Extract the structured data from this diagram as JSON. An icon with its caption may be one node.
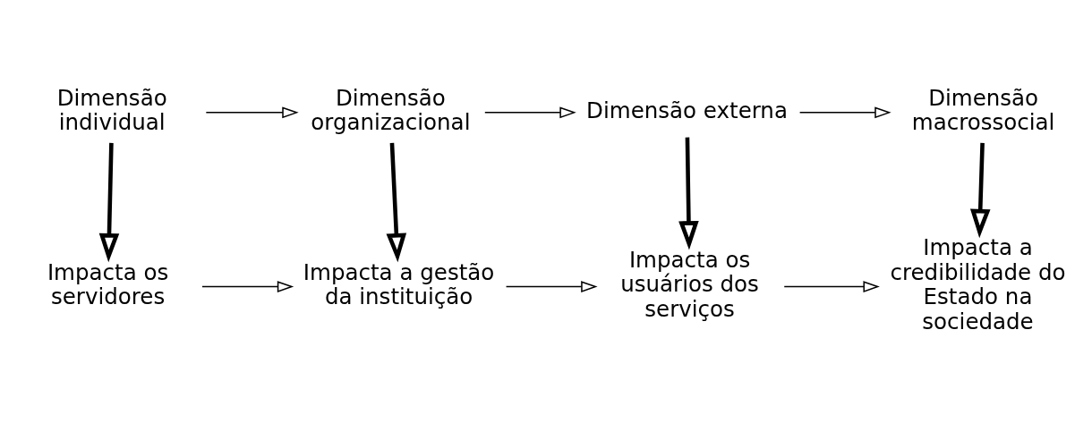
{
  "diagram": {
    "nodes": [
      {
        "text": [
          "Dimensão individual"
        ]
      },
      {
        "text": [
          "Dimensão organizacional"
        ]
      },
      {
        "text": [
          "Dimensão externa"
        ]
      },
      {
        "text": [
          "Dimensão macrossocial"
        ]
      },
      {
        "text": [
          "Impacta os servidores"
        ]
      },
      {
        "text": [
          "Impacta a gestão da instituição"
        ]
      },
      {
        "text": [
          "Impacta os usuários dos serviços"
        ]
      },
      {
        "text": [
          "Impacta a credibilidade do Estado na sociedade"
        ]
      }
    ],
    "edges": [
      {
        "from": 0,
        "to": 4,
        "arrow": "to",
        "style": "thick"
      },
      {
        "from": 1,
        "to": 5,
        "arrow": "to",
        "style": "thick"
      },
      {
        "from": 2,
        "to": 6,
        "arrow": "to",
        "style": "thick"
      },
      {
        "from": 3,
        "to": 7,
        "arrow": "to",
        "style": "thick"
      },
      {
        "from": 0,
        "to": 1,
        "arrow": "to"
      },
      {
        "from": 1,
        "to": 2,
        "arrow": "to"
      },
      {
        "from": 2,
        "to": 3,
        "arrow": "to"
      },
      {
        "from": 4,
        "to": 5,
        "arrow": "to"
      },
      {
        "from": 5,
        "to": 6,
        "arrow": "to"
      },
      {
        "from": 6,
        "to": 7,
        "arrow": "to"
      }
    ]
  }
}
